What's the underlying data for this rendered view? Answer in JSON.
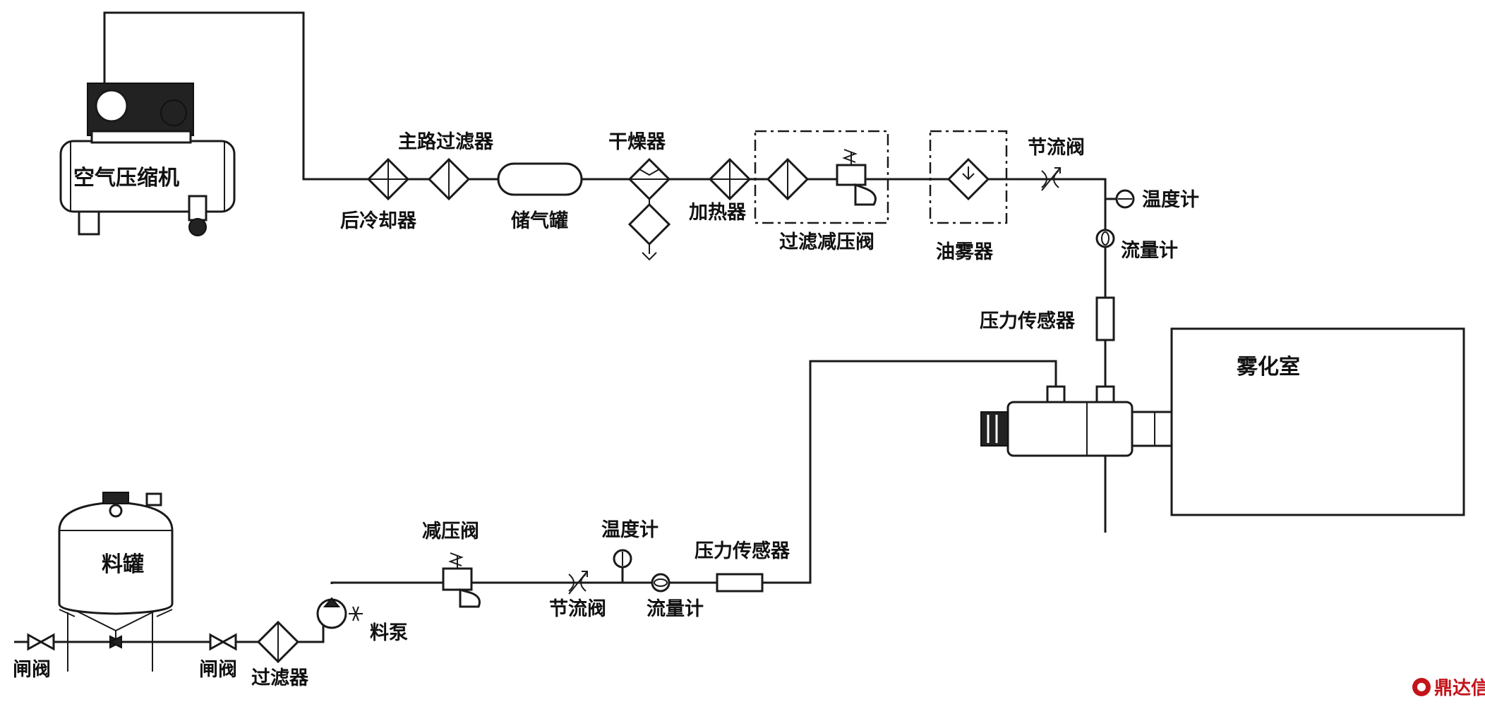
{
  "labels": {
    "compressor": "空气压缩机",
    "aftercooler": "后冷却器",
    "main_filter": "主路过滤器",
    "air_tank": "储气罐",
    "dryer": "干燥器",
    "heater": "加热器",
    "filter_regulator": "过滤减压阀",
    "lubricator": "油雾器",
    "throttle_air": "节流阀",
    "thermometer_air": "温度计",
    "flowmeter_air": "流量计",
    "pressure_sensor_air": "压力传感器",
    "atomizing_chamber": "雾化室",
    "material_tank": "料罐",
    "gate_valve_1": "闸阀",
    "gate_valve_2": "闸阀",
    "filter_liquid": "过滤器",
    "pump": "料泵",
    "regulator_liquid": "减压阀",
    "throttle_liquid": "节流阀",
    "thermometer_liquid": "温度计",
    "flowmeter_liquid": "流量计",
    "pressure_sensor_liquid": "压力传感器"
  },
  "watermark": {
    "icon": "dingdaxin-logo",
    "text": "鼎达信",
    "color": "#c4141b"
  }
}
